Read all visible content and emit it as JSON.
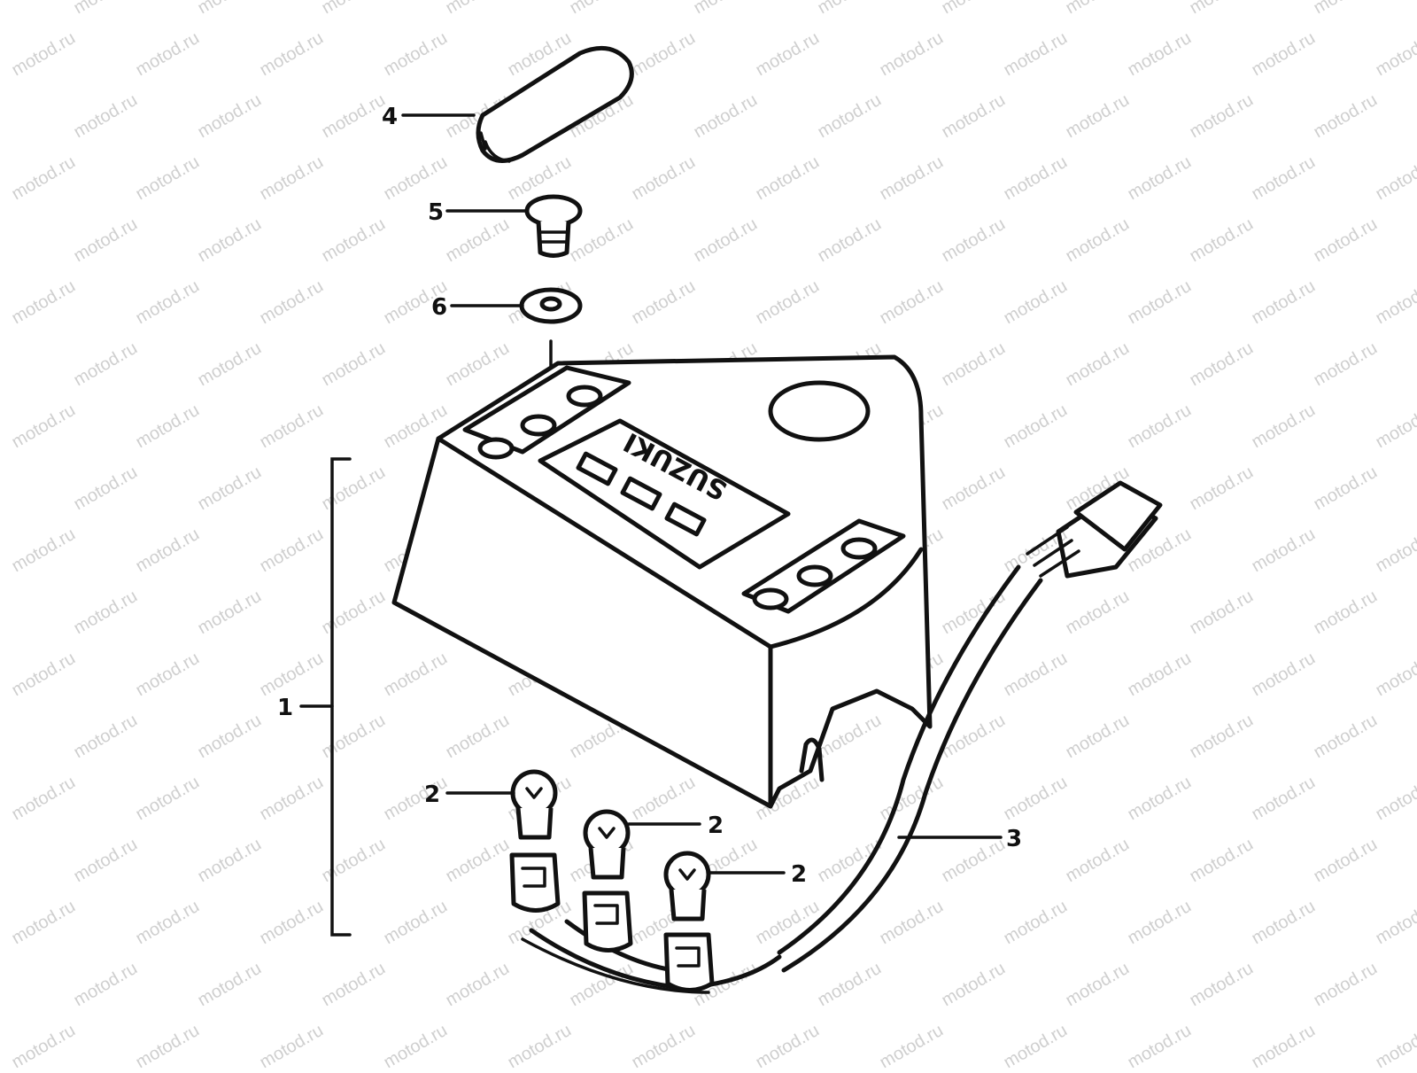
{
  "watermark": {
    "text": "motod.ru"
  },
  "callouts": [
    {
      "id": "callout-1",
      "label": "1"
    },
    {
      "id": "callout-2a",
      "label": "2"
    },
    {
      "id": "callout-2b",
      "label": "2"
    },
    {
      "id": "callout-2c",
      "label": "2"
    },
    {
      "id": "callout-3",
      "label": "3"
    },
    {
      "id": "callout-4",
      "label": "4"
    },
    {
      "id": "callout-5",
      "label": "5"
    },
    {
      "id": "callout-6",
      "label": "6"
    }
  ],
  "housing": {
    "logo_text": "SUZUKI"
  },
  "colors": {
    "ink": "#111111",
    "paper": "#ffffff",
    "watermark": "#cfcfcf"
  }
}
